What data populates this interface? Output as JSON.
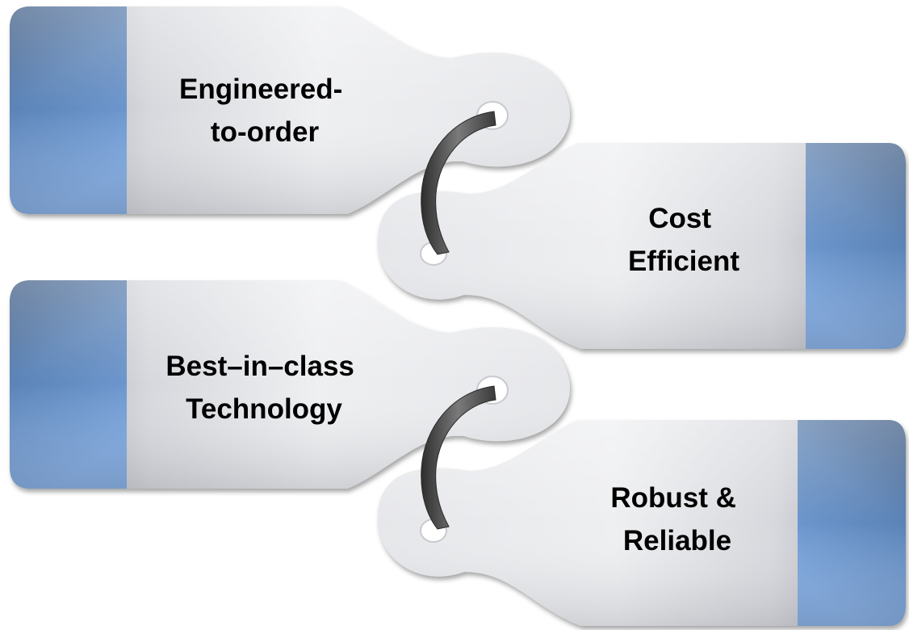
{
  "tags": [
    {
      "id": "engineered-to-order",
      "lines": [
        "Engineered-",
        "to-order"
      ]
    },
    {
      "id": "cost-efficient",
      "lines": [
        "Cost",
        "Efficient"
      ]
    },
    {
      "id": "best-in-class-technology",
      "lines": [
        "Best–in–class",
        "Technology"
      ]
    },
    {
      "id": "robust-reliable",
      "lines": [
        "Robust &",
        "Reliable"
      ]
    }
  ],
  "colors": {
    "tab_blue_dark": "#2f4f79",
    "tab_blue_light": "#6f9bd6",
    "tag_silver_light": "#f1f2f4",
    "tag_silver_dark": "#9ea1ab",
    "ring": "#4a4a4a"
  }
}
